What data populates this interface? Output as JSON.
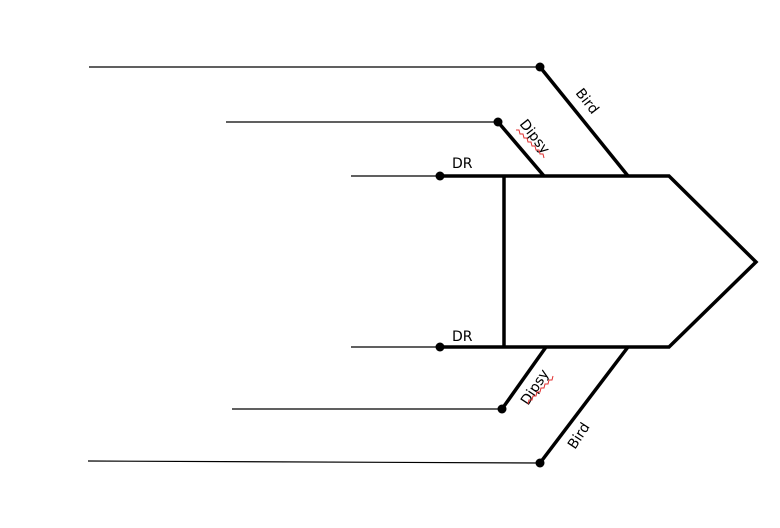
{
  "diagram": {
    "labels": {
      "top_bird": "Bird",
      "top_dipsy": "Dipsy",
      "top_dr": "DR",
      "bottom_dr": "DR",
      "bottom_dipsy": "Dipsy",
      "bottom_bird": "Bird"
    },
    "colors": {
      "line": "#000000",
      "spellcheck": "#e03030"
    }
  }
}
